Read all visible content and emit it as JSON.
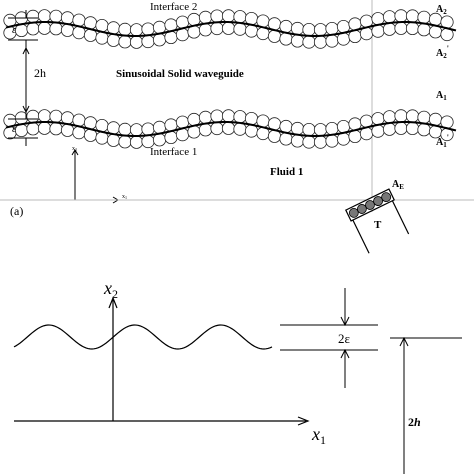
{
  "panel_a": {
    "label": "(a)",
    "interface_top": "Interface 2",
    "interface_bottom": "Interface 1",
    "waveguide_title": "Sinusoidal Solid waveguide",
    "fluid_label": "Fluid 1",
    "thickness_top": "ε",
    "thickness_bottom": "ε",
    "height": "2h",
    "axis_x": "x",
    "axis_x_sub": "1",
    "axis_y": "x",
    "axis_y_sub": "2",
    "point_a2": "A",
    "point_a2_sub": "2",
    "point_a2p": "A",
    "point_a2p_sub": "2",
    "point_a2p_sup": "'",
    "point_a1": "A",
    "point_a1_sub": "1",
    "point_a1p": "A",
    "point_a1p_sub": "1",
    "point_a1p_sup": "'",
    "transducer_point": "A",
    "transducer_point_sub": "E",
    "transducer_label": "T"
  },
  "panel_b": {
    "axis_x": "x",
    "axis_x_sub": "1",
    "axis_y": "x",
    "axis_y_sub": "2",
    "amplitude": "2ε",
    "height": "2h"
  }
}
